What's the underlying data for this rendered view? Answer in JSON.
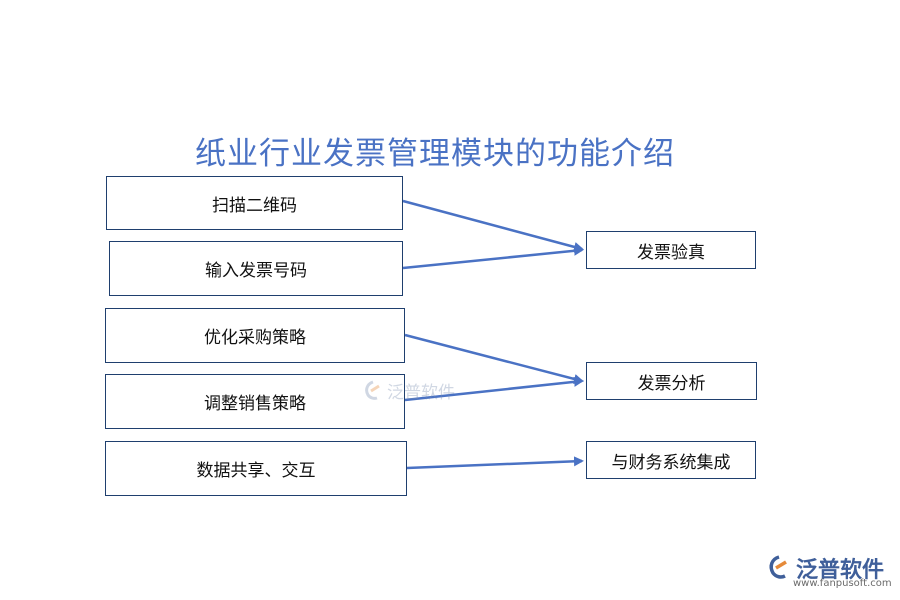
{
  "title": "纸业行业发票管理模块的功能介绍",
  "left_items": [
    {
      "label": "扫描二维码"
    },
    {
      "label": "输入发票号码"
    },
    {
      "label": "优化采购策略"
    },
    {
      "label": "调整销售策略"
    },
    {
      "label": "数据共享、交互"
    }
  ],
  "right_items": [
    {
      "label": "发票验真"
    },
    {
      "label": "发票分析"
    },
    {
      "label": "与财务系统集成"
    }
  ],
  "connections": [
    {
      "from": 0,
      "to": 0
    },
    {
      "from": 1,
      "to": 0
    },
    {
      "from": 2,
      "to": 1
    },
    {
      "from": 3,
      "to": 1
    },
    {
      "from": 4,
      "to": 2
    }
  ],
  "watermark": {
    "center_text": "泛普软件",
    "brand_text": "泛普软件",
    "url": "www.fanpusoft.com"
  },
  "colors": {
    "title": "#4a72c4",
    "arrow": "#4a72c4",
    "box_border": "#1f3f6e"
  }
}
